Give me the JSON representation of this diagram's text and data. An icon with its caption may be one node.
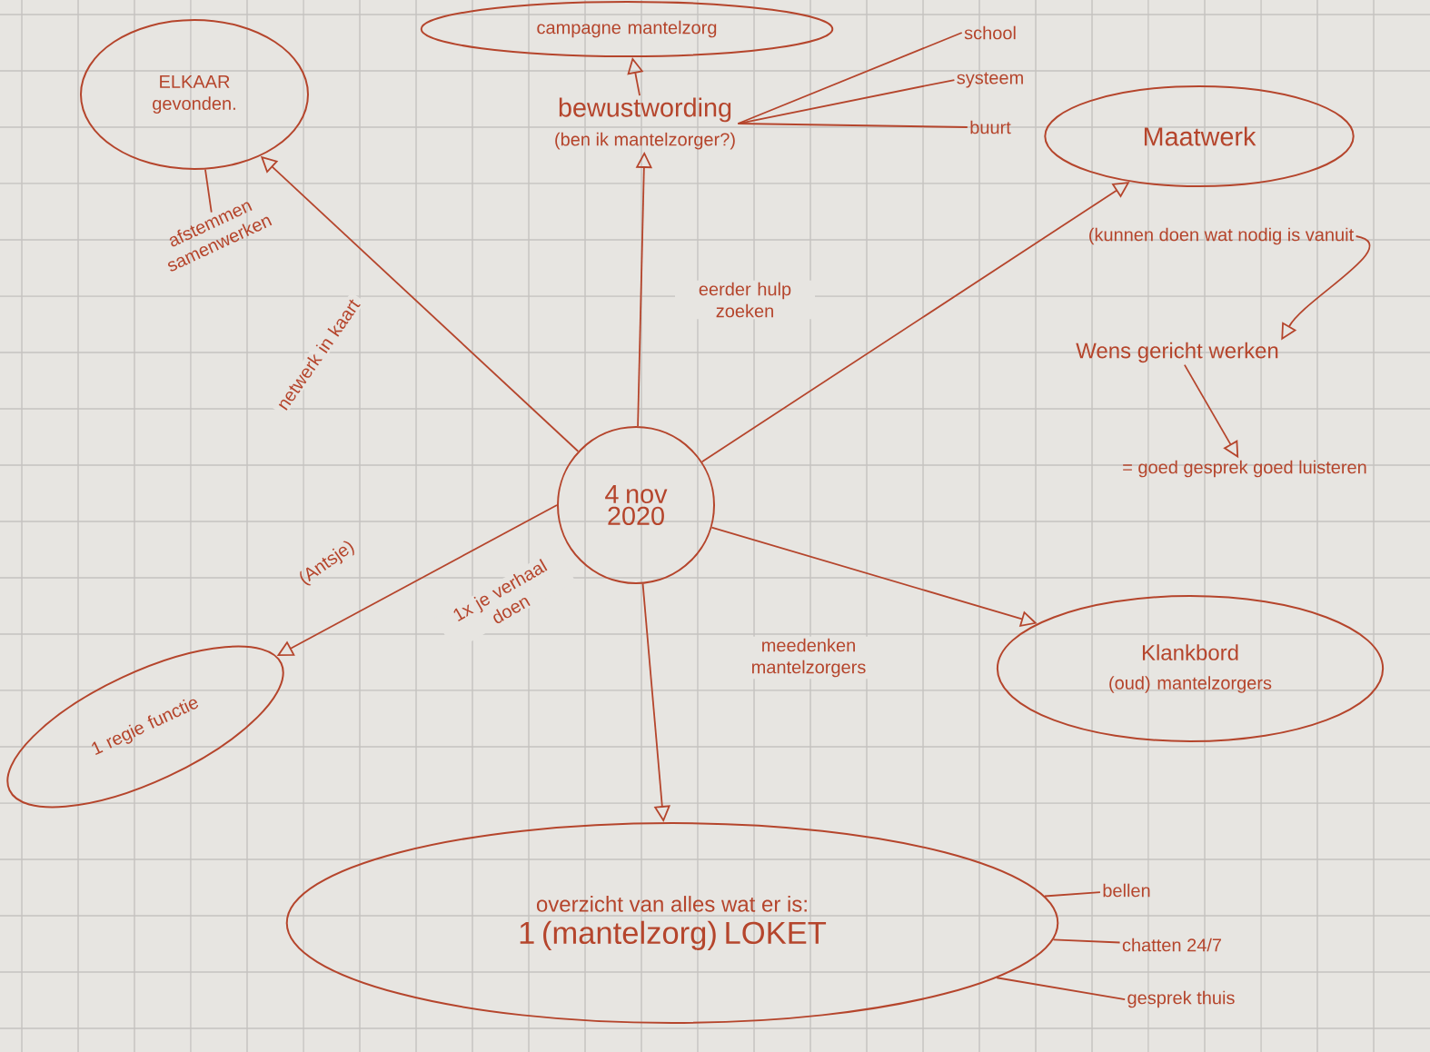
{
  "diagram": {
    "nodes": [
      {
        "text": [
          "4 nov 2020"
        ]
      },
      {
        "text": [
          "ELKAAR gevonden."
        ]
      },
      {
        "text": [
          "afstemmen samenwerken"
        ]
      },
      {
        "text": [
          "campagne mantelzorg"
        ]
      },
      {
        "text": [
          "bewustwording",
          "(ben ik mantelzorger?)"
        ]
      },
      {
        "text": [
          "school"
        ]
      },
      {
        "text": [
          "systeem"
        ]
      },
      {
        "text": [
          "buurt"
        ]
      },
      {
        "text": [
          "Maatwerk"
        ]
      },
      {
        "text": [
          "(kunnen doen wat nodig is vanuit"
        ]
      },
      {
        "text": [
          "Wens gericht werken"
        ]
      },
      {
        "text": [
          "= goed gesprek goed luisteren"
        ]
      },
      {
        "text": [
          "Klankbord",
          "(oud) mantelzorgers"
        ]
      },
      {
        "text": [
          "overzicht van alles wat er is:",
          "1 (mantelzorg) LOKET"
        ]
      },
      {
        "text": [
          "bellen"
        ]
      },
      {
        "text": [
          "chatten 24/7"
        ]
      },
      {
        "text": [
          "gesprek thuis"
        ]
      },
      {
        "text": [
          "1 regie functie"
        ],
        "beside": [
          "(Antsje)"
        ]
      }
    ],
    "edges": [
      {
        "from": 0,
        "to": 1,
        "arrow": "to",
        "label": "netwerk in kaart"
      },
      {
        "from": 1,
        "to": 2,
        "arrow": "none"
      },
      {
        "from": 0,
        "to": 4,
        "arrow": "to",
        "label": "eerder hulp zoeken"
      },
      {
        "from": 4,
        "to": 3,
        "arrow": "to"
      },
      {
        "from": 5,
        "to": 4,
        "arrow": "none"
      },
      {
        "from": 6,
        "to": 4,
        "arrow": "none"
      },
      {
        "from": 7,
        "to": 4,
        "arrow": "none"
      },
      {
        "from": 0,
        "to": 8,
        "arrow": "to"
      },
      {
        "from": 9,
        "to": 10,
        "arrow": "to"
      },
      {
        "from": 10,
        "to": 11,
        "arrow": "to"
      },
      {
        "from": 0,
        "to": 12,
        "arrow": "to",
        "label": "meedenken mantelzorgers"
      },
      {
        "from": 0,
        "to": 13,
        "arrow": "to"
      },
      {
        "from": 14,
        "to": 13,
        "arrow": "none"
      },
      {
        "from": 15,
        "to": 13,
        "arrow": "none"
      },
      {
        "from": 16,
        "to": 13,
        "arrow": "none"
      },
      {
        "from": 0,
        "to": 17,
        "arrow": "to",
        "label": "1x je verhaal doen"
      }
    ]
  }
}
